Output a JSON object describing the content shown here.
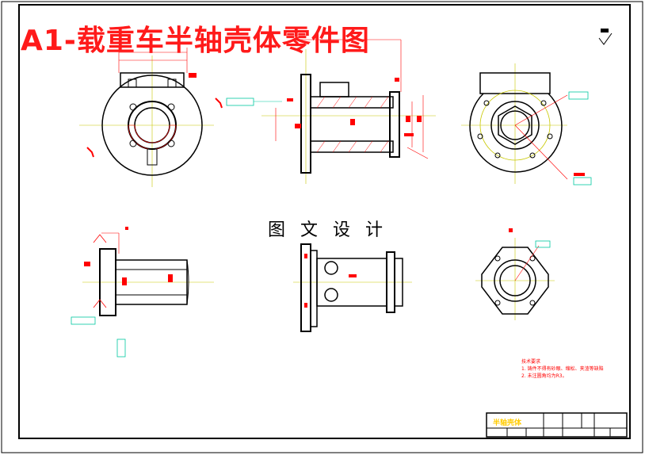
{
  "title": "A1-载重车半轴壳体零件图",
  "watermark": "图 文 设 计",
  "title_block": {
    "part_name": "半轴壳体"
  },
  "technical_requirements": {
    "heading": "技术要求",
    "items": [
      "1. 铸件不得有砂眼、缩松、夹渣等缺陷",
      "2. 未注圆角均为R3。"
    ]
  },
  "colors": {
    "frame": "#000000",
    "title": "#ff1a1a",
    "dimension": "#ff0000",
    "centerline": "#c8c800",
    "callout": "#00c8a0",
    "outline": "#000000"
  }
}
